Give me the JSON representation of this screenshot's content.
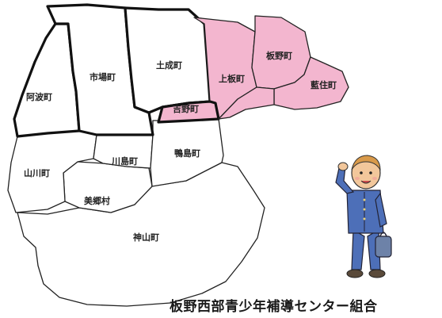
{
  "colors": {
    "highlight": "#f3b6cf",
    "plain": "#ffffff",
    "border": "#222222",
    "uniform": "#4d6fb8",
    "skin": "#f2c79b"
  },
  "towns": {
    "anami": "阿波町",
    "ichiba": "市場町",
    "donari": "土成町",
    "kamiita": "上板町",
    "itano": "板野町",
    "aizumi": "藍住町",
    "yoshino": "吉野町",
    "yamakawa": "山川町",
    "kawashima": "川島町",
    "kamojima": "鴨島町",
    "mikamo": "美郷村",
    "kamiyama": "神山町"
  },
  "caption": "板野西部青少年補導センター組合",
  "icons": {
    "person": "student-saluting-icon",
    "bag": "school-bag-icon"
  }
}
